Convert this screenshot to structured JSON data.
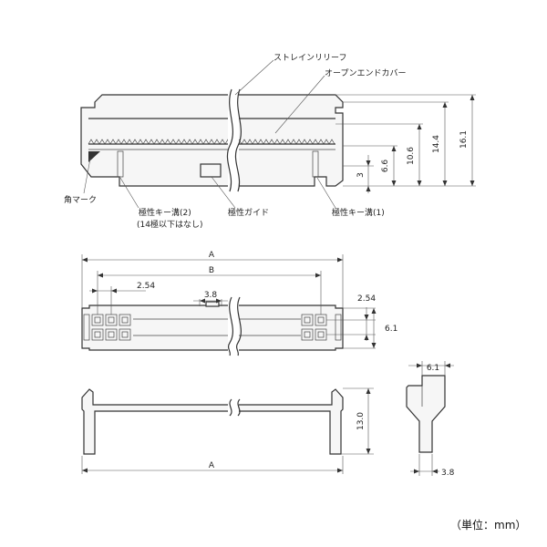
{
  "labels": {
    "strain_relief": "ストレインリリーフ",
    "open_end_cover": "オープンエンドカバー",
    "corner_mark": "角マーク",
    "polarity_key_groove_2": "極性キー溝(2)",
    "polarity_key_note": "(14極以下はなし)",
    "polarity_guide": "極性ガイド",
    "polarity_key_groove_1": "極性キー溝(1)"
  },
  "dimensions": {
    "front_16_1": "16.1",
    "front_14_4": "14.4",
    "front_10_6": "10.6",
    "front_6_6": "6.6",
    "front_3": "3",
    "top_A": "A",
    "top_B": "B",
    "top_pitch": "2.54",
    "top_3_8": "3.8",
    "top_row_pitch": "2.54",
    "top_6_1": "6.1",
    "bottom_A": "A",
    "bottom_13_0": "13.0",
    "side_6_1": "6.1",
    "side_3_8": "3.8"
  },
  "unit_label": "（単位：mm）"
}
